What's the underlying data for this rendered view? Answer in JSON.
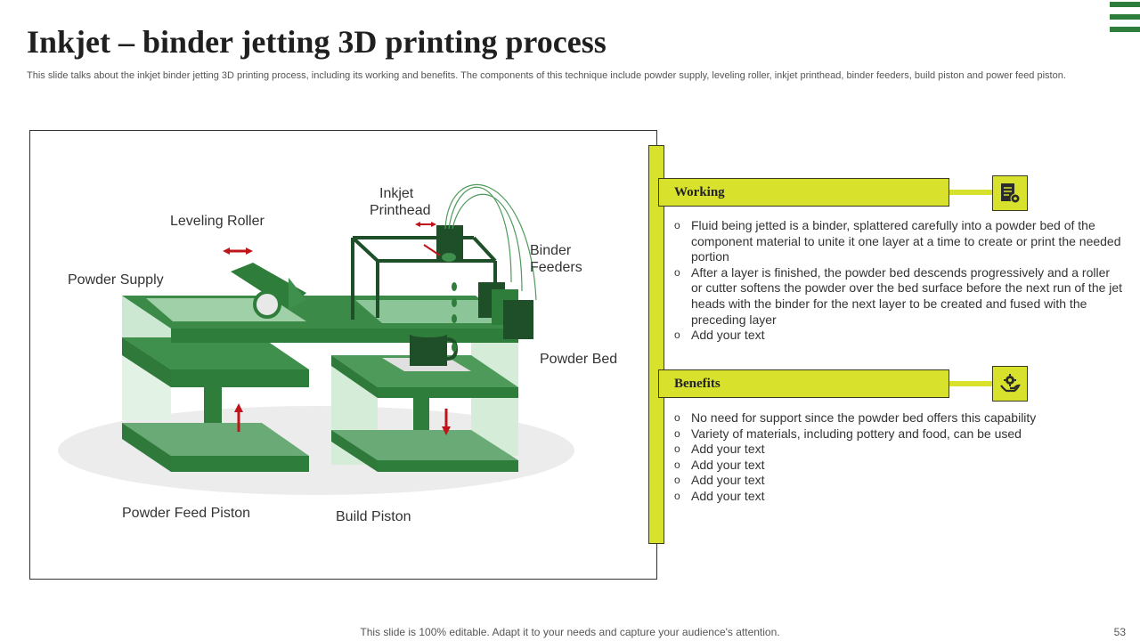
{
  "title": "Inkjet – binder jetting 3D printing process",
  "subtitle": "This slide talks about the inkjet binder jetting 3D printing process, including its working and benefits. The components of this technique include powder supply, leveling roller, inkjet printhead, binder feeders, build piston and power feed piston.",
  "diagram": {
    "labels": {
      "inkjet_printhead_1": "Inkjet",
      "inkjet_printhead_2": "Printhead",
      "leveling_roller": "Leveling Roller",
      "binder_feeders_1": "Binder",
      "binder_feeders_2": "Feeders",
      "powder_supply": "Powder Supply",
      "powder_bed": "Powder Bed",
      "powder_feed_piston": "Powder Feed Piston",
      "build_piston": "Build Piston"
    }
  },
  "working": {
    "title": "Working",
    "icon": "document-gear-icon",
    "bullets": [
      "Fluid being jetted is a binder, splattered carefully into a powder bed of the component material to unite it one layer at a time to create or print the needed portion",
      "After a layer is finished, the powder bed descends progressively and a roller or cutter softens the powder over the bed surface before the next run of the jet heads with the binder for the next layer to be created and fused with the preceding layer",
      "Add your text"
    ]
  },
  "benefits": {
    "title": "Benefits",
    "icon": "hand-gear-icon",
    "bullets": [
      "No need for support since the powder bed offers this capability",
      "Variety of materials, including pottery and food, can be used",
      "Add your text",
      "Add your text",
      "Add your text",
      "Add your text"
    ]
  },
  "footer": "This slide is 100% editable. Adapt it to your needs and capture your audience's attention.",
  "page_number": "53",
  "colors": {
    "accent": "#d8e22c",
    "dark_green": "#2e7d3a",
    "light_green": "#a8d5b0",
    "arrow_red": "#c0141b"
  }
}
